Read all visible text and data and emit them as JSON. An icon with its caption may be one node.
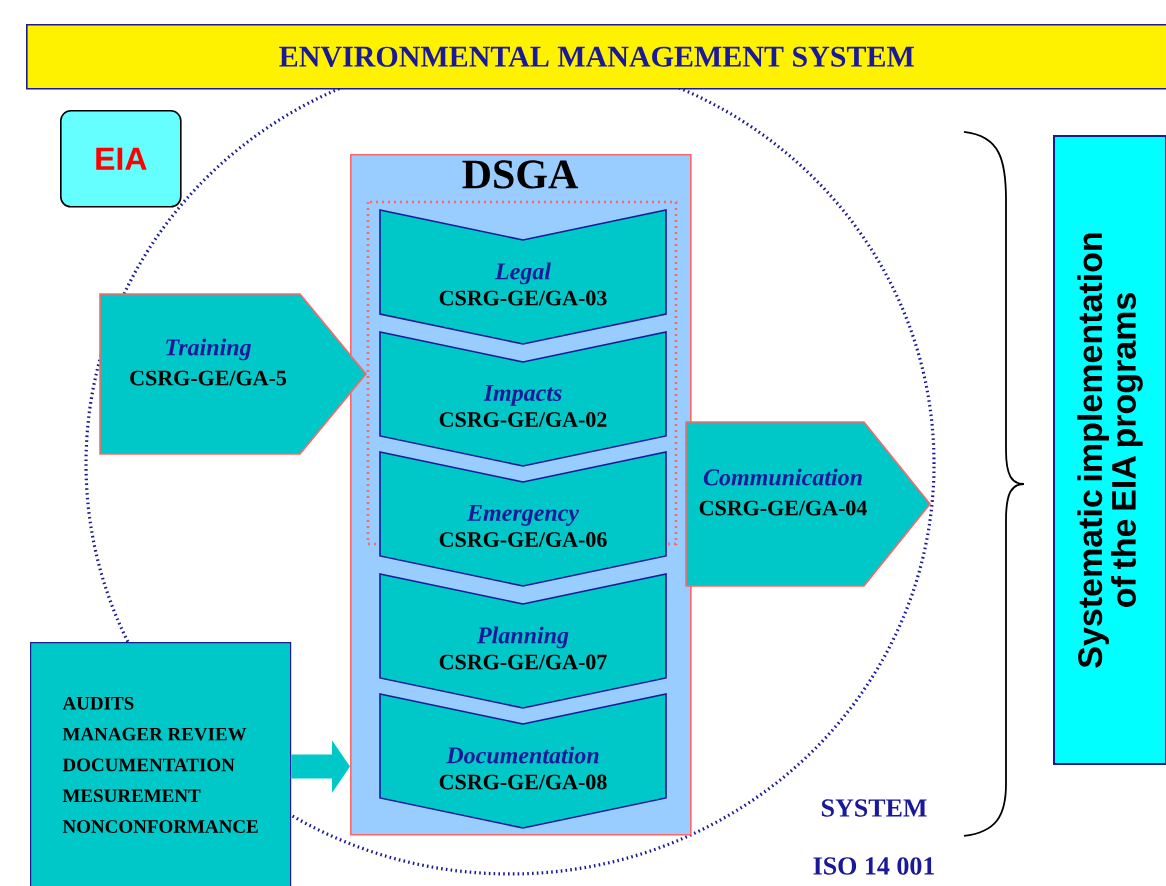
{
  "diagram": {
    "nodes": [
      {
        "text": [
          "ENVIRONMENTAL MANAGEMENT SYSTEM"
        ]
      },
      {
        "text": [
          "EIA"
        ]
      },
      {
        "text": [
          "DSGA"
        ]
      },
      {
        "text": [
          "Legal",
          "CSRG-GE/GA-03"
        ],
        "in": 2
      },
      {
        "text": [
          "Impacts",
          "CSRG-GE/GA-02"
        ],
        "in": 2
      },
      {
        "text": [
          "Emergency",
          "CSRG-GE/GA-06"
        ],
        "in": 2
      },
      {
        "text": [
          "Planning",
          "CSRG-GE/GA-07"
        ],
        "in": 2
      },
      {
        "text": [
          "Documentation",
          "CSRG-GE/GA-08"
        ],
        "in": 2
      },
      {
        "text": [
          "Training",
          "CSRG-GE/GA-5"
        ]
      },
      {
        "text": [
          "Communication",
          "CSRG-GE/GA-04"
        ]
      },
      {
        "text": [
          "AUDITS",
          "MANAGER REVIEW",
          "DOCUMENTATION",
          "MESUREMENT",
          "NONCONFORMANCE"
        ]
      },
      {
        "text": [
          "Systematic implementation of the EIA programs"
        ]
      }
    ],
    "edges": [
      {
        "from": 10,
        "to": 2,
        "arrow": "to"
      }
    ],
    "labels": [
      "SYSTEM",
      "ISO 14 001"
    ]
  }
}
